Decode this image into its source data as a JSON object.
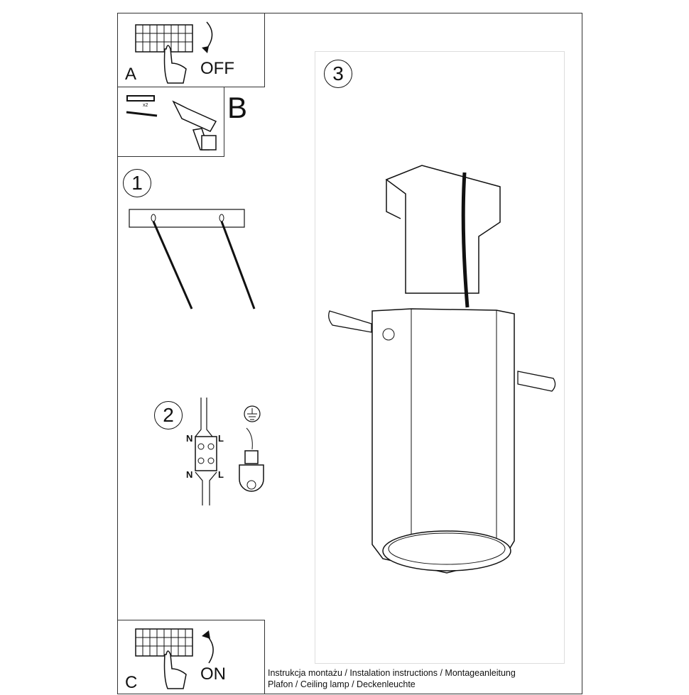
{
  "steps": {
    "a": {
      "letter": "A",
      "text": "OFF"
    },
    "b": {
      "letter": "B",
      "qty": "x2"
    },
    "c": {
      "letter": "C",
      "text": "ON"
    },
    "one": "1",
    "two": "2",
    "three": "3"
  },
  "wiring": {
    "n_top": "N",
    "l_top": "L",
    "n_bottom": "N",
    "l_bottom": "L"
  },
  "caption": {
    "line1": "Instrukcja montażu / Instalation instructions / Montageanleitung",
    "line2": "Plafon / Ceiling lamp / Deckenleuchte"
  }
}
